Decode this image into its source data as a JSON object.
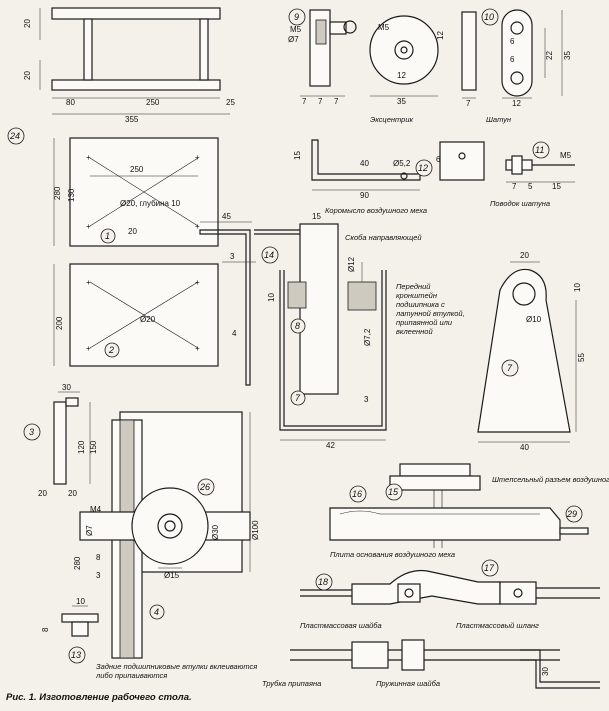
{
  "figure": {
    "caption": "Рис. 1. Изготовление рабочего стола.",
    "figure_number": "24"
  },
  "frame": {
    "dims": [
      "20",
      "20",
      "80",
      "250",
      "25",
      "355"
    ]
  },
  "eccentric": {
    "number": "9",
    "label": "Эксцентрик",
    "dims": [
      "M5",
      "Ø7",
      "7",
      "7",
      "7",
      "M5",
      "12",
      "35",
      "12"
    ]
  },
  "conrod": {
    "number": "10",
    "label": "Шатун",
    "dims": [
      "7",
      "12",
      "6",
      "6",
      "22",
      "35"
    ]
  },
  "rocker": {
    "label": "Коромысло воздушного меха",
    "dims": [
      "15",
      "40",
      "Ø5,2",
      "90"
    ]
  },
  "part12": {
    "number": "12",
    "dims": [
      "6"
    ]
  },
  "leash": {
    "number": "11",
    "label": "Поводок шатуна",
    "dims": [
      "M5",
      "7",
      "5",
      "15"
    ]
  },
  "plate1": {
    "number": "1",
    "dims": [
      "250",
      "Ø20, глубина 10",
      "20",
      "280",
      "130"
    ]
  },
  "bracket": {
    "label": "Скоба направляющей",
    "dims": [
      "45",
      "15",
      "3",
      "4",
      "42",
      "3"
    ]
  },
  "part14": {
    "number": "14"
  },
  "bearing": {
    "number": "8",
    "label": "Передний кронштейн подшипника с латунной втулкой, припаянной или вклеенной",
    "dims": [
      "Ø12",
      "10",
      "Ø7,2"
    ]
  },
  "part7": {
    "number": "7"
  },
  "plate2": {
    "number": "2",
    "dims": [
      "200",
      "Ø20"
    ]
  },
  "lever7": {
    "number": "7",
    "dims": [
      "20",
      "10",
      "Ø10",
      "55",
      "40"
    ]
  },
  "part3": {
    "number": "3",
    "dims": [
      "30",
      "120",
      "150",
      "20",
      "20"
    ]
  },
  "assembly": {
    "dims": [
      "M4",
      "Ø7",
      "280",
      "8",
      "3",
      "Ø15",
      "Ø30",
      "Ø100"
    ],
    "part_number": "4",
    "ref_number": "26",
    "note": "Задние подшипниковые втулки вклеиваются либо припаиваются"
  },
  "connector": {
    "label": "Штепсельный разъем воздушного меха",
    "parts": [
      "15",
      "16",
      "29"
    ],
    "base_label": "Плита основания воздушного меха"
  },
  "tube": {
    "parts": [
      "18",
      "17"
    ],
    "labels": [
      "Пластмассовая шайба",
      "Пластмассовый шланг",
      "Трубка припаяна",
      "Пружинная шайба"
    ],
    "dims": [
      "30"
    ]
  },
  "part13": {
    "number": "13",
    "dims": [
      "10",
      "8"
    ]
  }
}
